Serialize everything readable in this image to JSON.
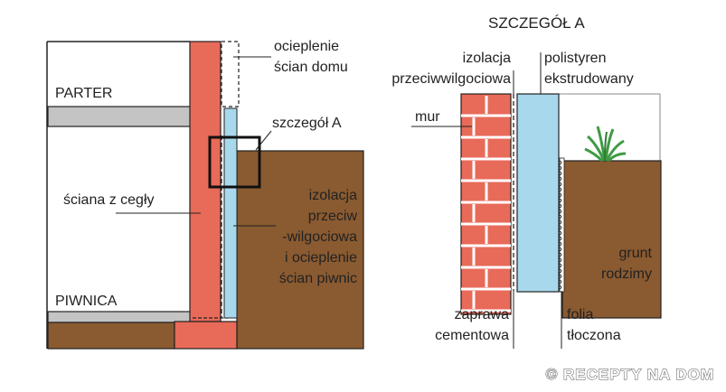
{
  "colors": {
    "brick": "#e86a58",
    "brick_line": "#ffffff",
    "soil": "#8a5a30",
    "insulation": "#a8d8ec",
    "slab": "#c4c4c4",
    "outline": "#222222",
    "plant": "#3f9a44"
  },
  "left": {
    "labels": {
      "ocieplenie_1": "ocieplenie",
      "ocieplenie_2": "ścian domu",
      "parter": "PARTER",
      "szczegol_a": "szczegół A",
      "sciana": "ściana z cegły",
      "izolacja_1": "izolacja",
      "izolacja_2": "przeciw",
      "izolacja_3": "-wilgociowa",
      "izolacja_4": "i ocieplenie",
      "izolacja_5": "ścian piwnic",
      "piwnica": "PIWNICA"
    }
  },
  "right": {
    "title": "SZCZEGÓŁ A",
    "labels": {
      "izol_1": "izolacja",
      "izol_2": "przeciwwilgociowa",
      "poly_1": "polistyren",
      "poly_2": "ekstrudowany",
      "mur": "mur",
      "grunt_1": "grunt",
      "grunt_2": "rodzimy",
      "zaprawa_1": "zaprawa",
      "zaprawa_2": "cementowa",
      "folia_1": "folia",
      "folia_2": "tłoczona"
    }
  },
  "watermark": "© RECEPTY NA DOM"
}
